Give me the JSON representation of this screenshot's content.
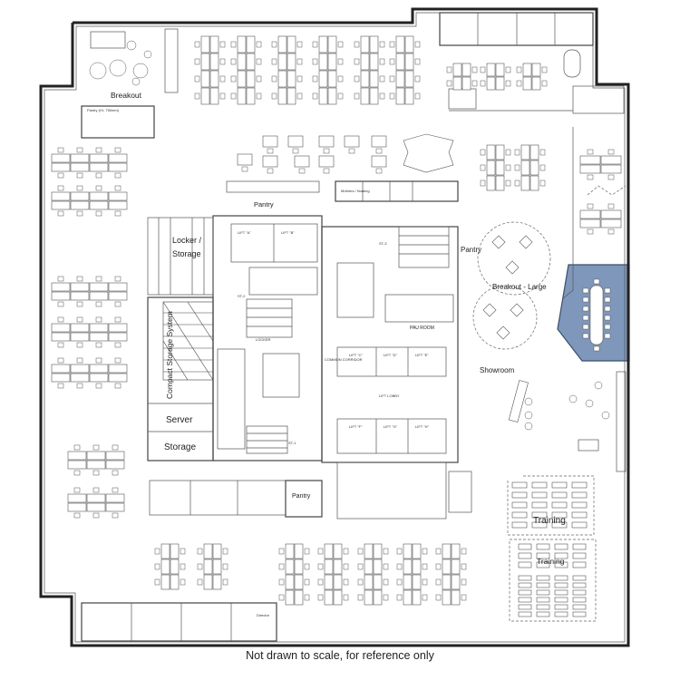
{
  "caption": "Not drawn to scale, for reference only",
  "rooms": {
    "breakout": "Breakout",
    "pantry_top_left": "Pantry (H= 750mm)",
    "pantry_center": "Pantry",
    "mothers_nursing": "Mothers / Nursing",
    "locker_storage_1": "Locker /",
    "locker_storage_2": "Storage",
    "compact_storage": "Compact Storage System",
    "server": "Server",
    "storage": "Storage",
    "pantry_right": "Pantry",
    "breakout_large": "Breakout - Large",
    "pau_room": "PAU ROOM",
    "showroom": "Showroom",
    "training_1": "Training",
    "training_2": "Training",
    "pantry_bottom": "Pantry",
    "director": "Director",
    "lift_lobby": "LIFT LOBBY",
    "lift_a": "LIFT \"A\"",
    "lift_b": "LIFT \"B\"",
    "lift_c": "LIFT \"C\"",
    "lift_d": "LIFT \"D\"",
    "lift_e": "LIFT \"E\"",
    "lift_f": "LIFT \"F\"",
    "lift_g": "LIFT \"G\"",
    "lift_h": "LIFT \"H\"",
    "st3": "ST-3",
    "st1": "ST-1",
    "st2": "ST-2",
    "locker": "LOCKER",
    "common_corridor": "COMMON CORRIDOR"
  },
  "colors": {
    "highlight": "#7e97bb",
    "wall": "#222222"
  }
}
